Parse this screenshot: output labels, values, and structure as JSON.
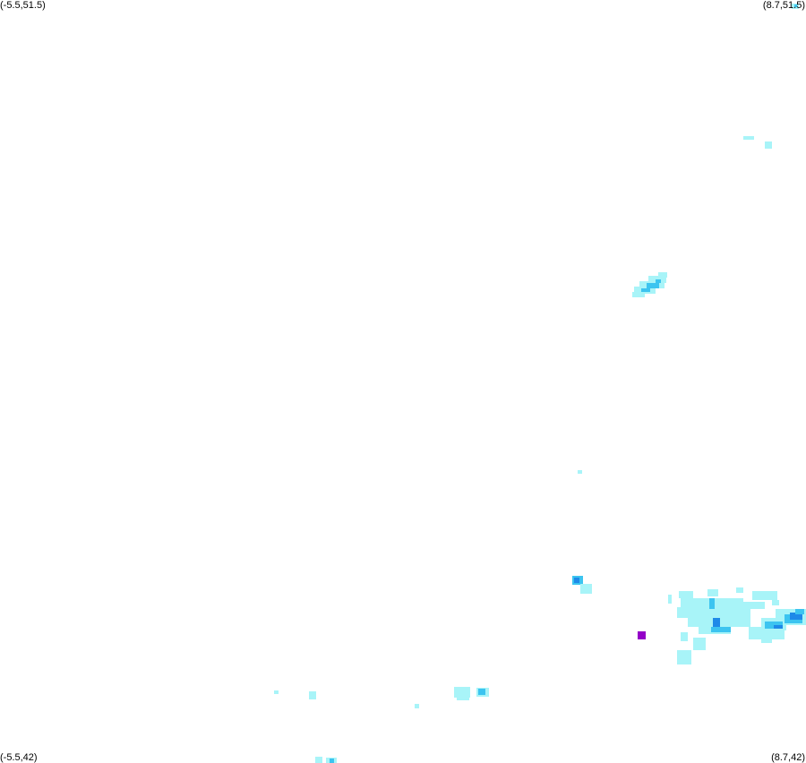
{
  "corners": {
    "top_left": "(-5.5,51.5)",
    "top_right": "(8.7,51.5)",
    "bottom_left": "(-5.5,42)",
    "bottom_right": "(8.7,42)"
  },
  "colors": {
    "light": "#a8f4f8",
    "medium": "#3cc4f0",
    "strong": "#1e8ae8",
    "extreme": "#9400c8",
    "background": "#ffffff"
  }
}
